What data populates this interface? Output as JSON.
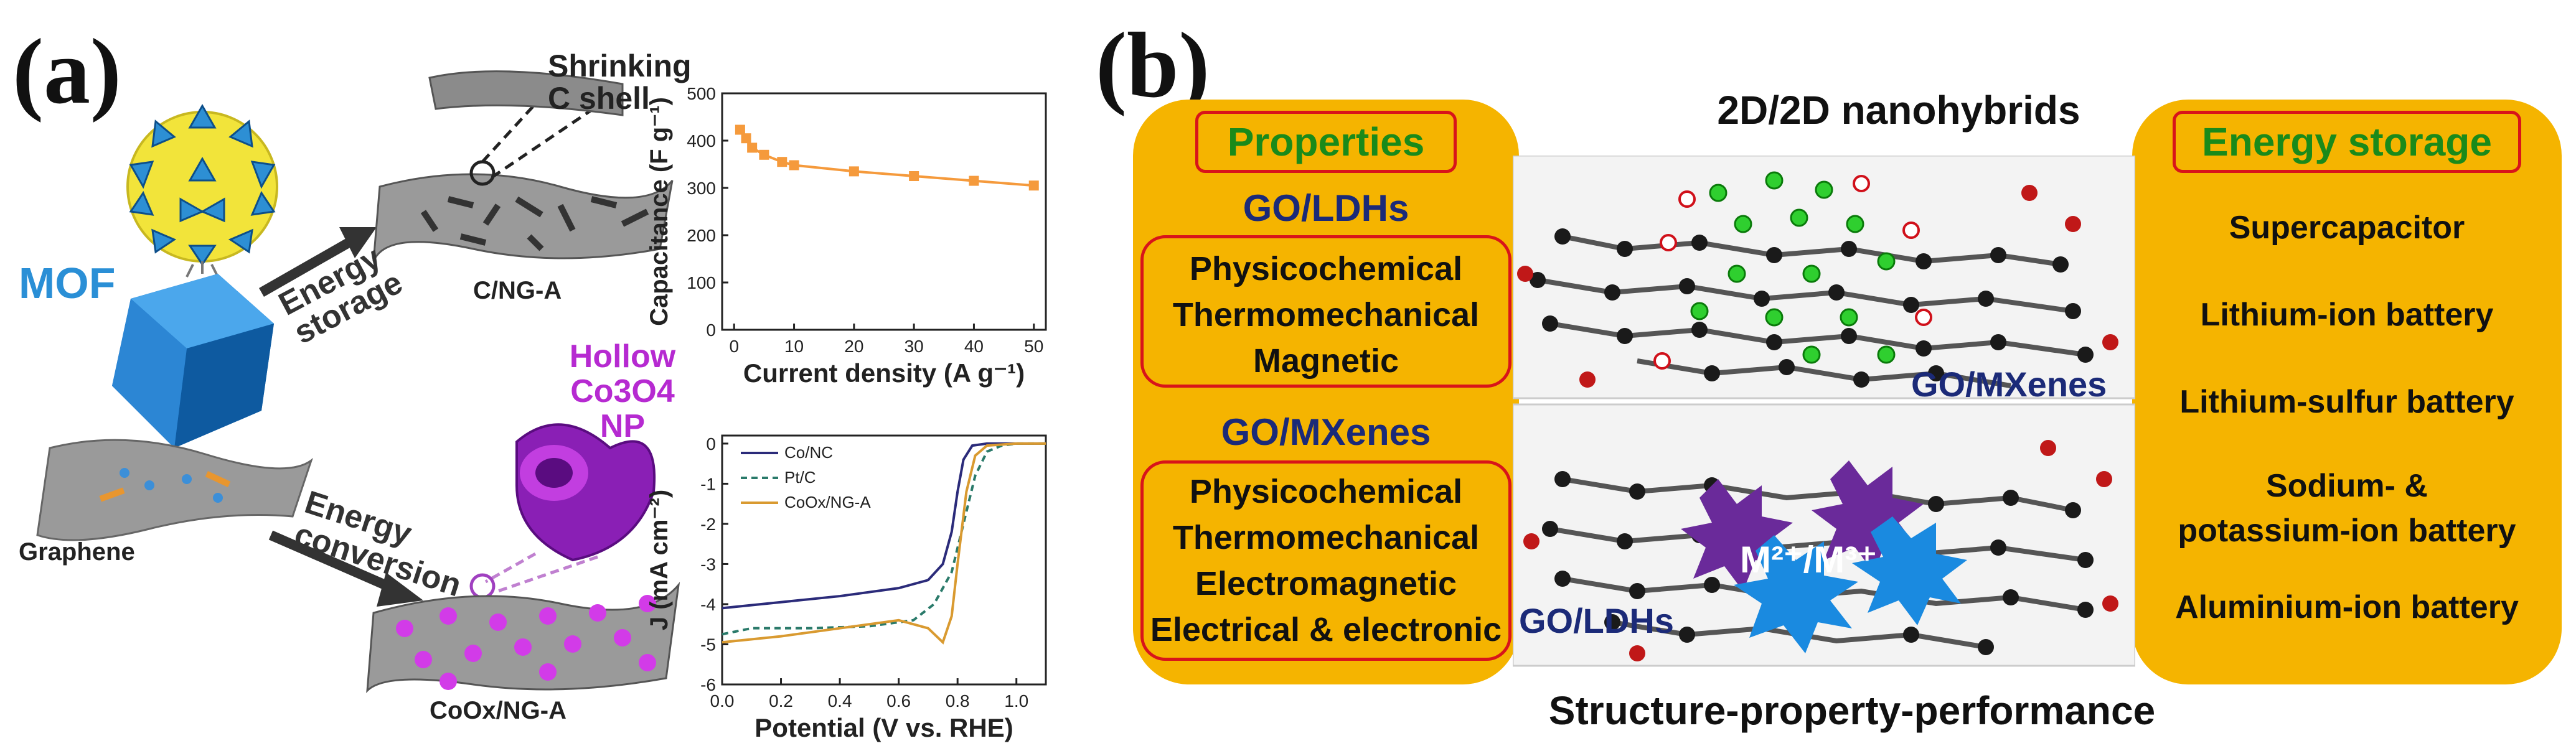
{
  "panel_a": {
    "label": "(a)",
    "mof_label": "MOF",
    "graphene_label": "Graphene",
    "shrinking_shell_label": "Shrinking\nC shell",
    "c_ng_a_label": "C/NG-A",
    "energy_storage_arrow": "Energy\nstorage",
    "energy_conversion_arrow": "Energy\nconversion",
    "hollow_label_line1": "Hollow",
    "hollow_label_line2": "Co3O4 NP",
    "coox_label": "CoOx/NG-A",
    "colors": {
      "mof": "#2a8fd6",
      "purple": "#b62ad1",
      "chart_line": "#f59a3c"
    }
  },
  "chart_data": [
    {
      "type": "line",
      "xlabel": "Current density (A g⁻¹)",
      "ylabel": "Capacitance (F g⁻¹)",
      "xlim": [
        -2,
        52
      ],
      "ylim": [
        0,
        500
      ],
      "xticks": [
        "0",
        "10",
        "20",
        "30",
        "40",
        "50"
      ],
      "yticks": [
        "0",
        "100",
        "200",
        "300",
        "400",
        "500"
      ],
      "series": [
        {
          "x": [
            1,
            2,
            3,
            5,
            8,
            10,
            20,
            30,
            40,
            50
          ],
          "values": [
            423,
            405,
            385,
            370,
            355,
            348,
            335,
            325,
            315,
            305
          ],
          "color": "#f59a3c"
        }
      ]
    },
    {
      "type": "line",
      "xlabel": "Potential (V vs. RHE)",
      "ylabel": "J (mA cm⁻²)",
      "xlim": [
        0,
        1.1
      ],
      "ylim": [
        -6,
        0.2
      ],
      "xticks": [
        "0.0",
        "0.2",
        "0.4",
        "0.6",
        "0.8",
        "1.0"
      ],
      "yticks": [
        "-6",
        "-5",
        "-4",
        "-3",
        "-2",
        "-1",
        "0"
      ],
      "legend_position": "top-left",
      "series": [
        {
          "name": "Co/NC",
          "color": "#2b2b7a",
          "style": "solid",
          "x": [
            0.0,
            0.2,
            0.4,
            0.6,
            0.7,
            0.75,
            0.78,
            0.8,
            0.82,
            0.85,
            0.9,
            1.0,
            1.1
          ],
          "values": [
            -4.1,
            -3.95,
            -3.8,
            -3.6,
            -3.4,
            -3.0,
            -2.2,
            -1.2,
            -0.4,
            -0.05,
            0.0,
            0.0,
            0.0
          ]
        },
        {
          "name": "Pt/C",
          "color": "#2a7a6a",
          "style": "dashed",
          "x": [
            0.0,
            0.1,
            0.3,
            0.5,
            0.65,
            0.72,
            0.78,
            0.82,
            0.86,
            0.9,
            0.95,
            1.0,
            1.1
          ],
          "values": [
            -4.75,
            -4.6,
            -4.6,
            -4.55,
            -4.4,
            -4.0,
            -3.2,
            -2.0,
            -0.8,
            -0.2,
            -0.05,
            0.0,
            0.0
          ]
        },
        {
          "name": "CoOx/NG-A",
          "color": "#d99a30",
          "style": "solid",
          "x": [
            0.0,
            0.2,
            0.4,
            0.6,
            0.7,
            0.75,
            0.78,
            0.8,
            0.83,
            0.86,
            0.9,
            1.0,
            1.1
          ],
          "values": [
            -4.95,
            -4.8,
            -4.6,
            -4.4,
            -4.6,
            -4.95,
            -4.3,
            -3.0,
            -1.2,
            -0.3,
            -0.05,
            0.0,
            0.0
          ]
        }
      ]
    }
  ],
  "panel_b": {
    "label": "(b)",
    "title": "2D/2D nanohybrids",
    "bottom_title": "Structure-property-performance",
    "properties": {
      "header": "Properties",
      "group1_title": "GO/LDHs",
      "group1_items": [
        "Physicochemical",
        "Thermomechanical",
        "Magnetic"
      ],
      "group2_title": "GO/MXenes",
      "group2_items": [
        "Physicochemical",
        "Thermomechanical",
        "Electromagnetic",
        "Electrical & electronic"
      ]
    },
    "energy_storage": {
      "header": "Energy storage",
      "items": [
        "Supercapacitor",
        "Lithium-ion battery",
        "Lithium-sulfur battery",
        "Sodium- &\npotassium-ion battery",
        "Aluminium-ion battery"
      ]
    },
    "image_labels": {
      "top": "GO/MXenes",
      "bottom": "GO/LDHs",
      "ions": "M²⁺/M³⁺"
    },
    "colors": {
      "panel_fill": "#f5b400",
      "header_text": "#1a8a1a",
      "box_border": "#d8141a",
      "label_blue": "#1b2a78"
    }
  }
}
